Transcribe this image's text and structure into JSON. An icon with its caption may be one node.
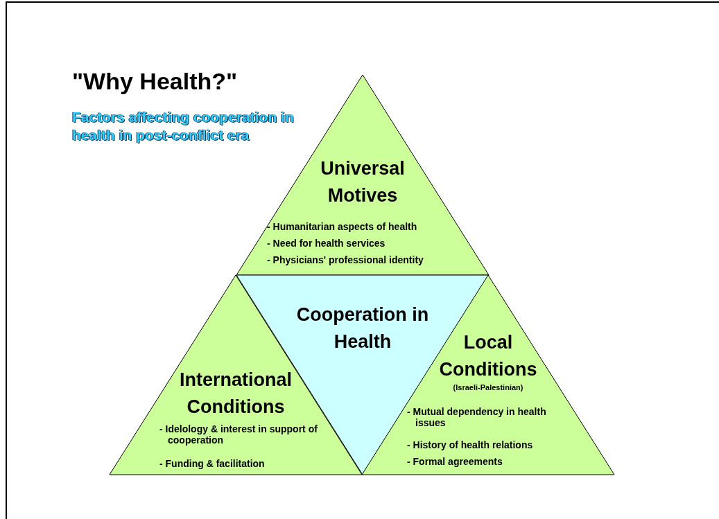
{
  "diagram": {
    "title": "\"Why Health?\"",
    "nodes": [
      {
        "text": [
          "Universal Motives",
          "- Humanitarian aspects of health",
          "- Need for health services",
          "- Physicians' professional identity"
        ]
      },
      {
        "text": [
          "Cooperation in Health"
        ]
      },
      {
        "text": [
          "International Conditions",
          "- Idelology & interest in support of cooperation",
          "- Funding & facilitation"
        ]
      },
      {
        "text": [
          "Local Conditions",
          "(Israeli-Palestinian)",
          "- Mutual dependency in health issues",
          "- History of health relations",
          "- Formal agreements"
        ]
      }
    ],
    "labels": [
      "Factors affecting cooperation in health in post-conflict era"
    ]
  }
}
